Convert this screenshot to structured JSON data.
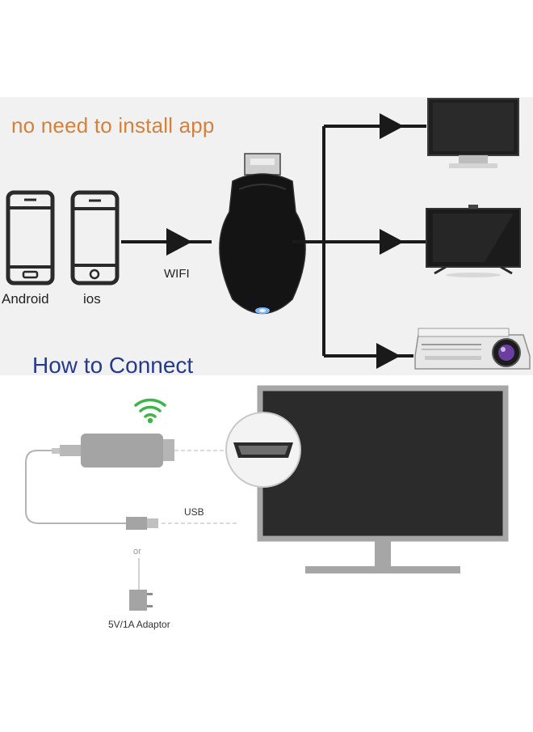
{
  "texts": {
    "headline": "no need to install app",
    "android": "Android",
    "ios": "ios",
    "wifi": "WIFI",
    "section_title": "How to Connect",
    "usb": "USB",
    "or": "or",
    "adaptor": "5V/1A Adaptor"
  },
  "icons": {
    "phone": "smartphone-icon",
    "arrow": "arrow-right-icon",
    "dongle": "wifi-dongle",
    "monitor": "monitor-icon",
    "tv": "tv-icon",
    "projector": "projector-icon",
    "wifi_signal": "wifi-signal-icon",
    "hdmi": "hdmi-port-icon",
    "plug": "power-adaptor-icon"
  },
  "colors": {
    "headline": "#d4813a",
    "section_title": "#253a8c",
    "wifi_signal": "#3cb54a",
    "top_panel": "#f1f1f1",
    "device_outline": "#2a2a2a",
    "tv_frame": "#a6a6a6",
    "tv_screen": "#2b2b2b",
    "projector_lens": "#6a3fa0"
  }
}
